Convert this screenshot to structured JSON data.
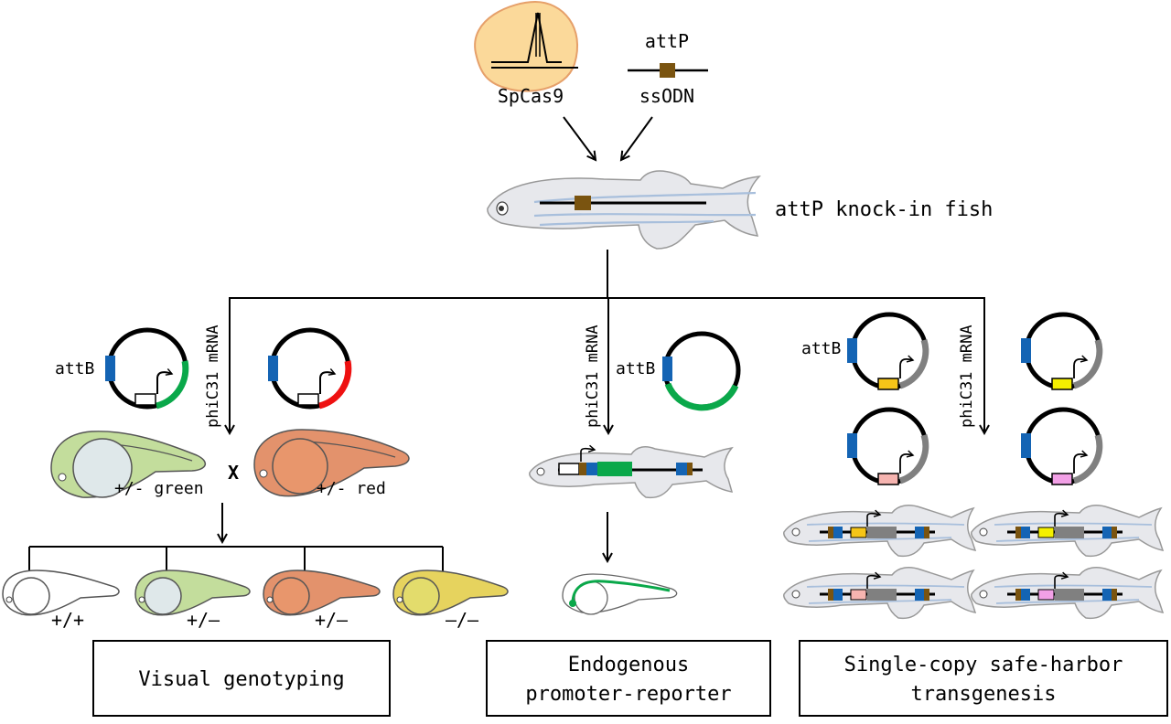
{
  "top": {
    "cas9_label": "SpCas9",
    "attp_label": "attP",
    "ssodn_label": "ssODN",
    "fish_label": "attP knock-in fish"
  },
  "branches": {
    "left_mrna": "phiC31 mRNA",
    "middle_mrna": "phiC31 mRNA",
    "right_mrna": "phiC31 mRNA"
  },
  "left": {
    "attb_label": "attB",
    "cross_symbol": "X",
    "green_label": "+/- green",
    "red_label": "+/- red",
    "genotypes": [
      "+/+",
      "+/–",
      "+/–",
      "–/–"
    ],
    "box_title": "Visual genotyping"
  },
  "middle": {
    "attb_label": "attB",
    "box_line1": "Endogenous",
    "box_line2": "promoter-reporter"
  },
  "right": {
    "attb_label": "attB",
    "box_line1": "Single-copy safe-harbor",
    "box_line2": "transgenesis"
  },
  "colors": {
    "attb_blue": "#1464b4",
    "attp_brown": "#7a5410",
    "green": "#0aa84a",
    "red": "#ee1111",
    "gray": "#808080",
    "orange_fill": "#fbd99a",
    "larva_green": "#c3dd9c",
    "larva_red": "#e3926c",
    "larva_yellow": "#e6d35e",
    "yellow_1": "#f5c518",
    "yellow_2": "#f4f000",
    "pink_1": "#f6b4b0",
    "pink_2": "#f2a0e6"
  }
}
